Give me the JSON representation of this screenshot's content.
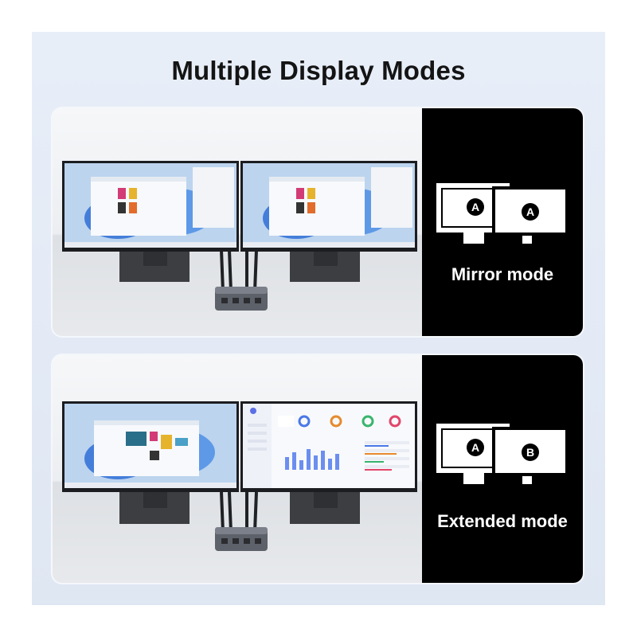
{
  "title": "Multiple Display Modes",
  "modes": [
    {
      "label": "Mirror mode",
      "screen_letters": [
        "A",
        "A"
      ]
    },
    {
      "label": "Extended mode",
      "screen_letters": [
        "A",
        "B"
      ]
    }
  ],
  "colors": {
    "background": "#e3eaf5",
    "panel_dark": "#000000",
    "title_text": "#141414",
    "label_text": "#ffffff"
  }
}
